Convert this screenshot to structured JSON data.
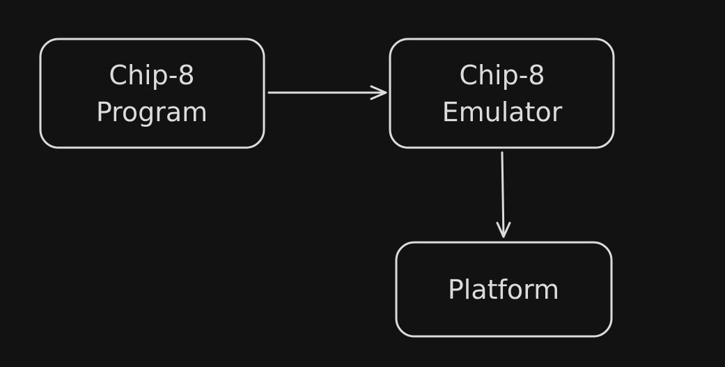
{
  "diagram": {
    "background": "#121212",
    "stroke_color": "#dcdcdc",
    "text_color": "#dcdcdc",
    "nodes": [
      {
        "id": "program",
        "lines": [
          "Chip-8",
          "Program"
        ]
      },
      {
        "id": "emulator",
        "lines": [
          "Chip-8",
          "Emulator"
        ]
      },
      {
        "id": "platform",
        "lines": [
          "Platform"
        ]
      }
    ],
    "edges": [
      {
        "from": "program",
        "to": "emulator"
      },
      {
        "from": "emulator",
        "to": "platform"
      }
    ]
  }
}
